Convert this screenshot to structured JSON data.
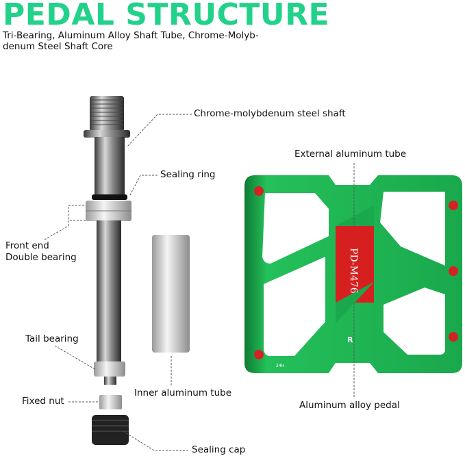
{
  "title": "PEDAL STRUCTURE",
  "subtitle": "Tri-Bearing, Aluminum Alloy Shaft Tube, Chrome-Molyb-denum Steel Shaft Core",
  "labels": {
    "shaft": "Chrome-molybdenum steel shaft",
    "sealing_ring": "Sealing ring",
    "front_end": "Front end",
    "double_bearing": "Double bearing",
    "tail_bearing": "Tail bearing",
    "inner_tube": "Inner aluminum tube",
    "fixed_nut": "Fixed nut",
    "sealing_cap": "Sealing cap",
    "external_tube": "External aluminum tube",
    "pedal": "Aluminum alloy pedal"
  },
  "pedal": {
    "model": "PD-M476",
    "side": "R",
    "mark": "24H"
  },
  "colors": {
    "title": "#22d28a",
    "pedal": "#1fb04e",
    "accent": "#d62020"
  }
}
